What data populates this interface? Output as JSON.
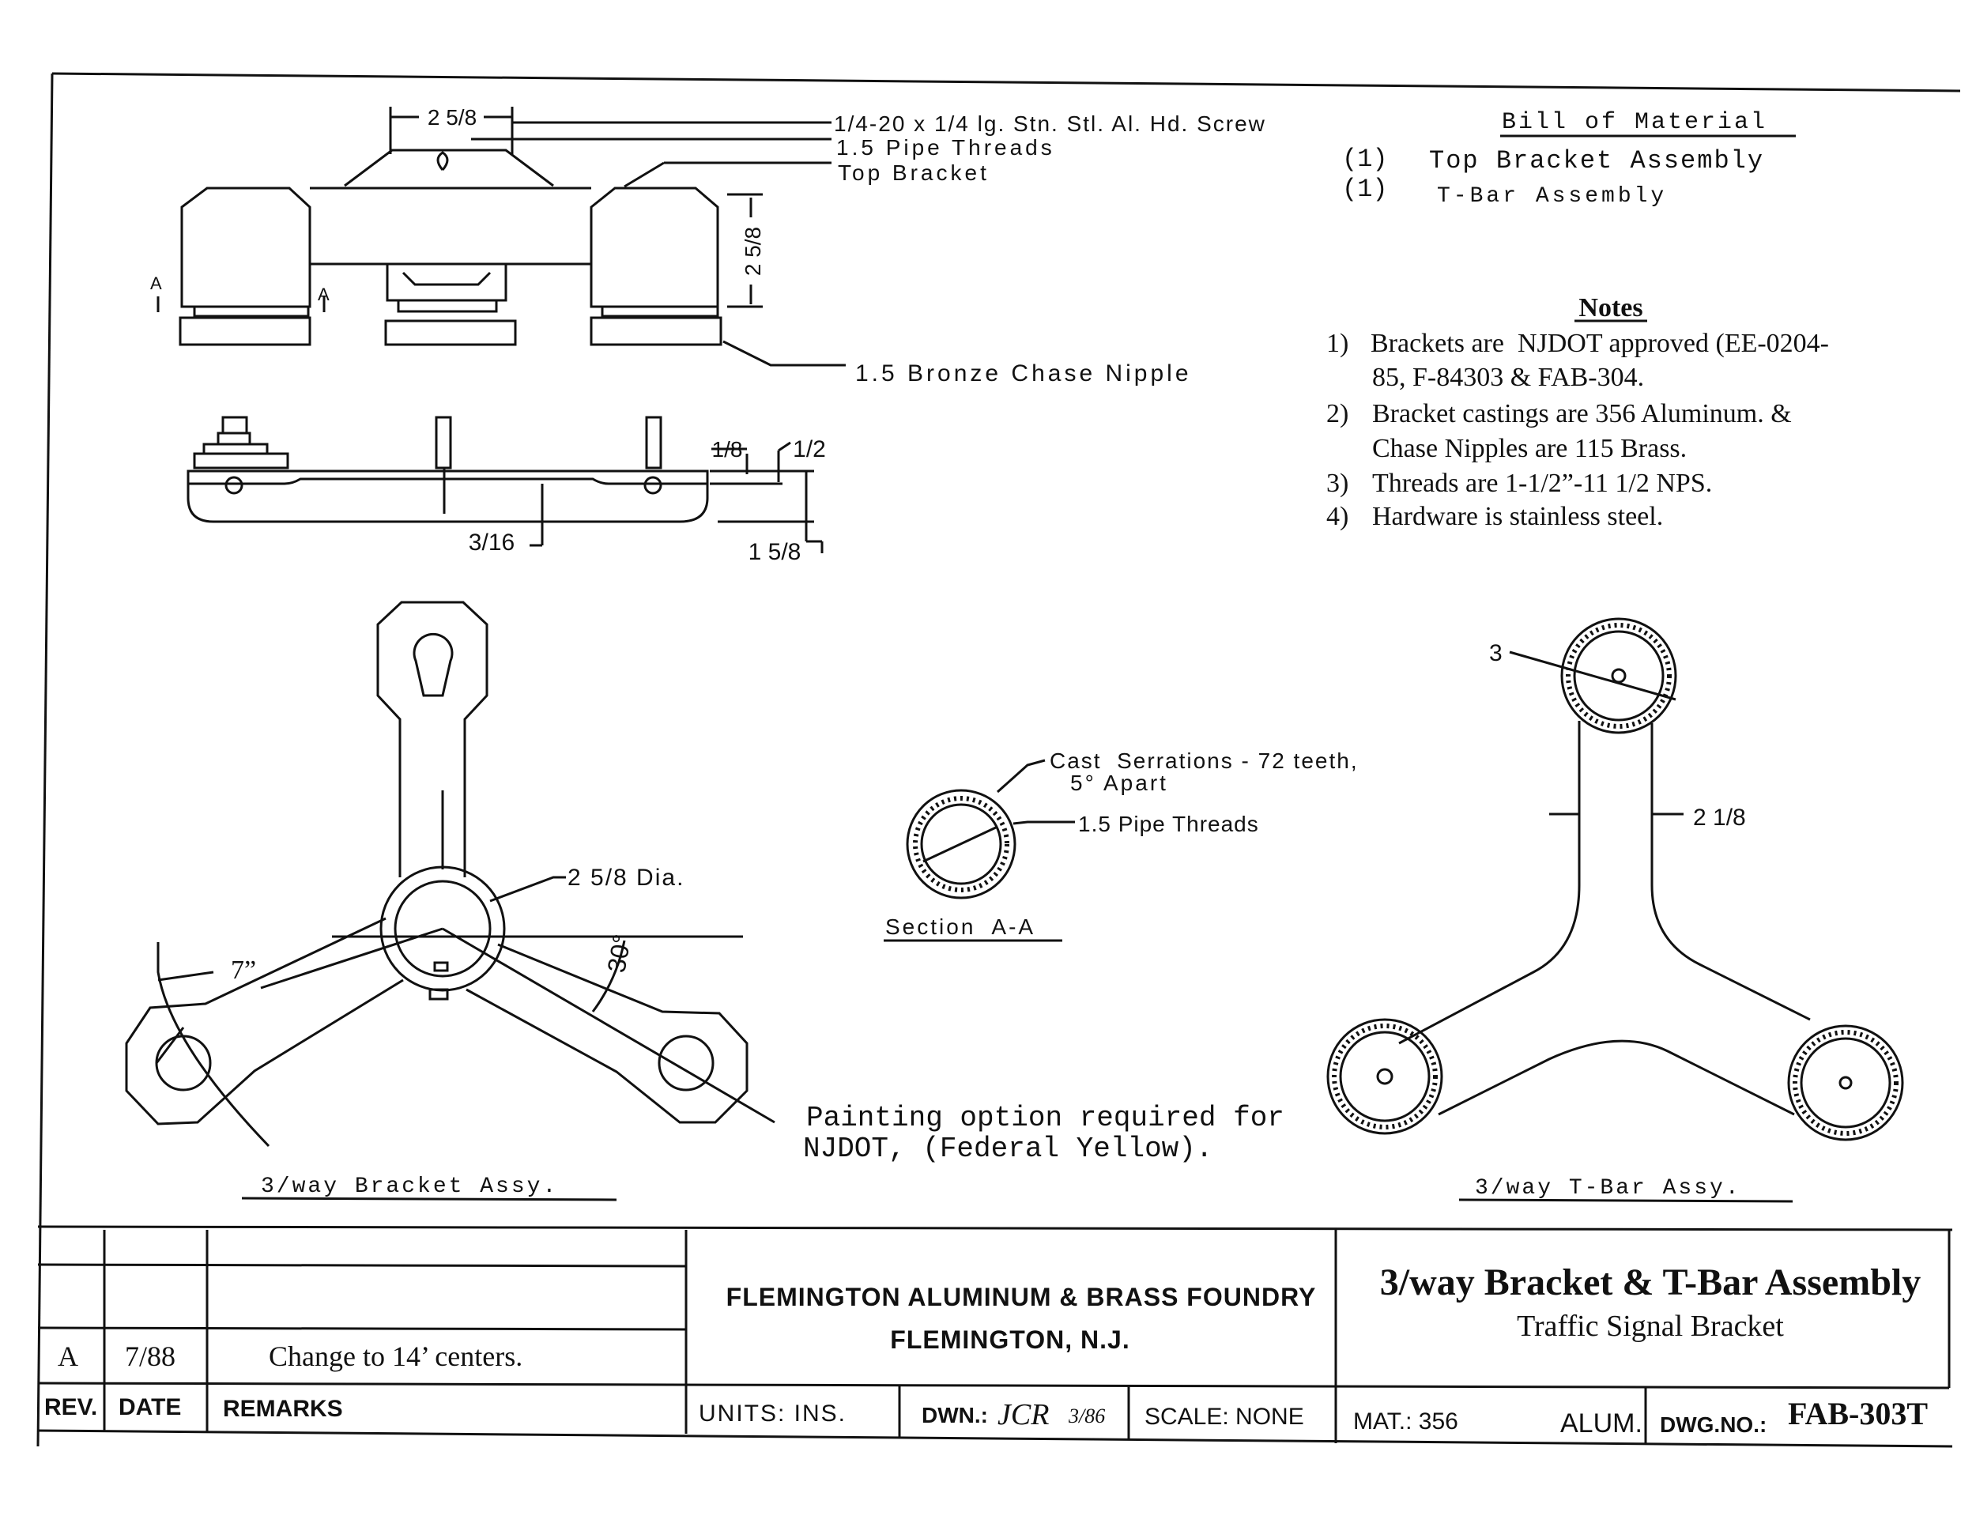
{
  "top_view": {
    "dim_width": "2 5/8",
    "callout_screw": "1/4-20 x 1/4 lg. Stn. Stl. Al. Hd. Screw",
    "callout_threads": "1.5 Pipe Threads",
    "callout_bracket": "Top Bracket",
    "dim_height": "2 5/8",
    "section_mark_left": "A",
    "section_mark_right": "A",
    "callout_nipple": "1.5 Bronze Chase Nipple"
  },
  "side_view": {
    "dim_1_8": "1/8",
    "dim_1_2": "1/2",
    "dim_3_16": "3/16",
    "dim_1_5_8": "1 5/8"
  },
  "bill_of_material": {
    "title": "Bill of Material",
    "items": [
      {
        "qty": "(1)",
        "name": "Top Bracket Assembly"
      },
      {
        "qty": "(1)",
        "name": "T-Bar Assembly"
      }
    ]
  },
  "notes": {
    "title": "Notes",
    "items": [
      {
        "num": "1)",
        "lines": [
          "Brackets are  NJDOT approved (EE-0204-",
          "85, F-84303 & FAB-304."
        ]
      },
      {
        "num": "2)",
        "lines": [
          "Bracket castings are 356 Aluminum. &",
          "Chase Nipples are 115 Brass."
        ]
      },
      {
        "num": "3)",
        "lines": [
          "Threads are 1-1/2”-11 1/2 NPS."
        ]
      },
      {
        "num": "4)",
        "lines": [
          "Hardware is stainless steel."
        ]
      }
    ]
  },
  "bracket_view": {
    "dim_dia": "2 5/8 Dia.",
    "dim_reach": "7”",
    "dim_angle": "30°",
    "caption": "3/way Bracket Assy."
  },
  "section_view": {
    "callout_serrations_1": "Cast  Serrations - 72 teeth,",
    "callout_serrations_2": "5° Apart",
    "callout_threads": "1.5 Pipe Threads",
    "caption": "Section  A-A"
  },
  "tbar_view": {
    "dim_3": "3",
    "dim_width": "2 1/8",
    "caption": "3/way T-Bar Assy."
  },
  "painting_note": {
    "line1": "Painting option required for",
    "line2": "NJDOT, (Federal Yellow)."
  },
  "title_block": {
    "revision": {
      "rev": "A",
      "date": "7/88",
      "remarks": "Change to 14’ centers."
    },
    "col_rev": "REV.",
    "col_date": "DATE",
    "col_remarks": "REMARKS",
    "company_line1": "FLEMINGTON ALUMINUM & BRASS FOUNDRY",
    "company_line2": "FLEMINGTON, N.J.",
    "drawing_title": "3/way Bracket & T-Bar Assembly",
    "drawing_subtitle": "Traffic Signal Bracket",
    "units": "UNITS: INS.",
    "drawn": "DWN.:",
    "drawn_by": "JCR",
    "drawn_date": "3/86",
    "scale": "SCALE: NONE",
    "material": "MAT.: 356",
    "material_type": "ALUM.",
    "dwg_no_label": "DWG.NO.:",
    "dwg_no": "FAB-303T"
  }
}
